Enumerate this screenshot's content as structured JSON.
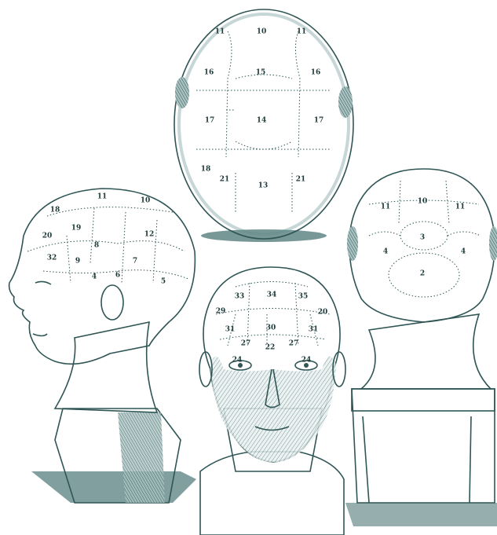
{
  "colors": {
    "ink": "#2f5555",
    "shadow": "#3f6b6b",
    "paper": "#ffffff",
    "skin": "#e9efee"
  },
  "heads": {
    "top": {
      "labels": [
        "11",
        "10",
        "11",
        "16",
        "15",
        "16",
        "17",
        "14",
        "17",
        "18",
        "21",
        "13",
        "21"
      ]
    },
    "side": {
      "labels": [
        "18",
        "11",
        "10",
        "20",
        "19",
        "12",
        "8",
        "32",
        "9",
        "7",
        "6",
        "5",
        "4"
      ]
    },
    "front": {
      "labels": [
        "33",
        "34",
        "35",
        "29",
        "30",
        "31",
        "31",
        "20",
        "27",
        "22",
        "27",
        "24",
        "24"
      ]
    },
    "back": {
      "labels": [
        "10",
        "11",
        "11",
        "3",
        "4",
        "4",
        "2"
      ]
    }
  }
}
